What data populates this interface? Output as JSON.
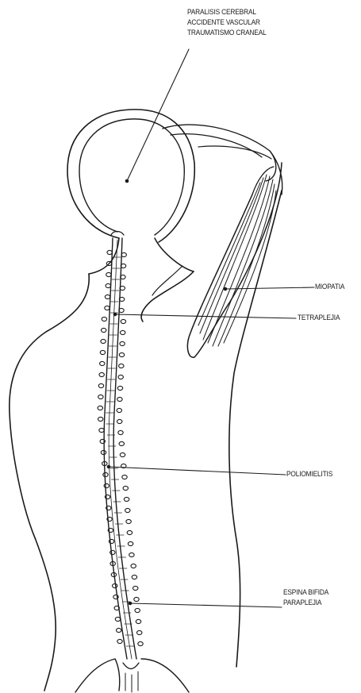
{
  "labels": {
    "brain": [
      "PARALISIS CEREBRAL",
      "ACCIDENTE VASCULAR",
      "TRAUMATISMO CRANEAL"
    ],
    "muscle": "MIOPATIA",
    "cervical": "TETRAPLEJIA",
    "thoracic": "POLIOMIELITIS",
    "lumbar": [
      "ESPINA BIFIDA",
      "PARAPLEJIA"
    ]
  },
  "colors": {
    "ink": "#1a1a1a",
    "paper": "#ffffff"
  }
}
